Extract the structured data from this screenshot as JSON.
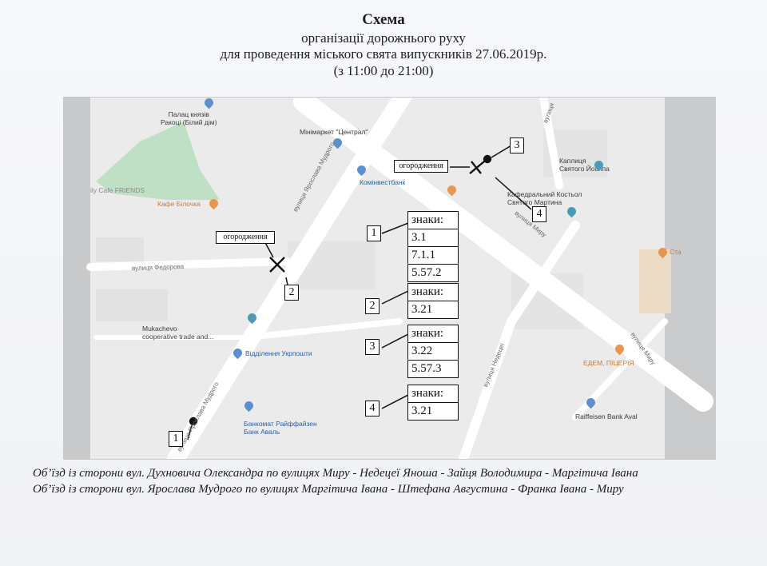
{
  "title": {
    "line1": "Схема",
    "line2": "організації дорожнього руху",
    "line3": "для проведення міського свята випускників 27.06.2019р.",
    "line4": "(з 11:00 до 21:00)"
  },
  "map": {
    "streets": {
      "yaroslav_top": "вулиця Ярослава Мудрого",
      "yaroslav_bottom": "вулиця Ярослава Мудрого",
      "fedorova": "вулиця Федорова",
      "myru_mid": "вулиця Миру",
      "myru_right": "вулиця Миру",
      "nedetsei": "вулиця Недецеї",
      "top_right": "вулиця"
    },
    "pois": {
      "palace": "Палац князів\nРакоці (Білий дім)",
      "minimarket": "Мінімаркет \"Централ\"",
      "cafe_friends": "ily Cafe FRIENDS",
      "kafe_bilochka": "Кафе Білочка",
      "kominvest": "Комінвестбанк",
      "chapel": "Каплиця\nСвятого Йосипа",
      "cathedral": "Кафедральний Костьол\nСвятого Мартина",
      "mukachevo_coop": "Mukachevo\ncooperative trade and...",
      "ukrposhta": "Відділення Укрпошти",
      "edem": "ЕДЕМ, ПІЦЕРІЯ",
      "raiffeisen_atm": "Банкомат Райффайзен\nБанк Аваль",
      "raiffeisen_bank": "Raiffeisen Bank Aval",
      "right_edge": "Ста"
    }
  },
  "markers": {
    "fence_label_left": "огородження",
    "fence_label_right": "огородження",
    "n1": "1",
    "n2": "2",
    "n3": "3",
    "n4": "4"
  },
  "legend": [
    {
      "num": "1",
      "header": "знаки:",
      "signs": [
        "3.1",
        "7.1.1",
        "5.57.2"
      ]
    },
    {
      "num": "2",
      "header": "знаки:",
      "signs": [
        "3.21"
      ]
    },
    {
      "num": "3",
      "header": "знаки:",
      "signs": [
        "3.22",
        "5.57.3"
      ]
    },
    {
      "num": "4",
      "header": "знаки:",
      "signs": [
        "3.21"
      ]
    }
  ],
  "footer": {
    "line1": "Об’їзд із сторони вул. Духновича Олександра по вулицях Миру - Недецеї Яноша - Зайця Володимира - Маргітича Івана",
    "line2": "Об’їзд із сторони вул. Ярослава Мудрого по вулицях Маргітича Івана - Штефана Августина - Франка Івана - Миру"
  }
}
